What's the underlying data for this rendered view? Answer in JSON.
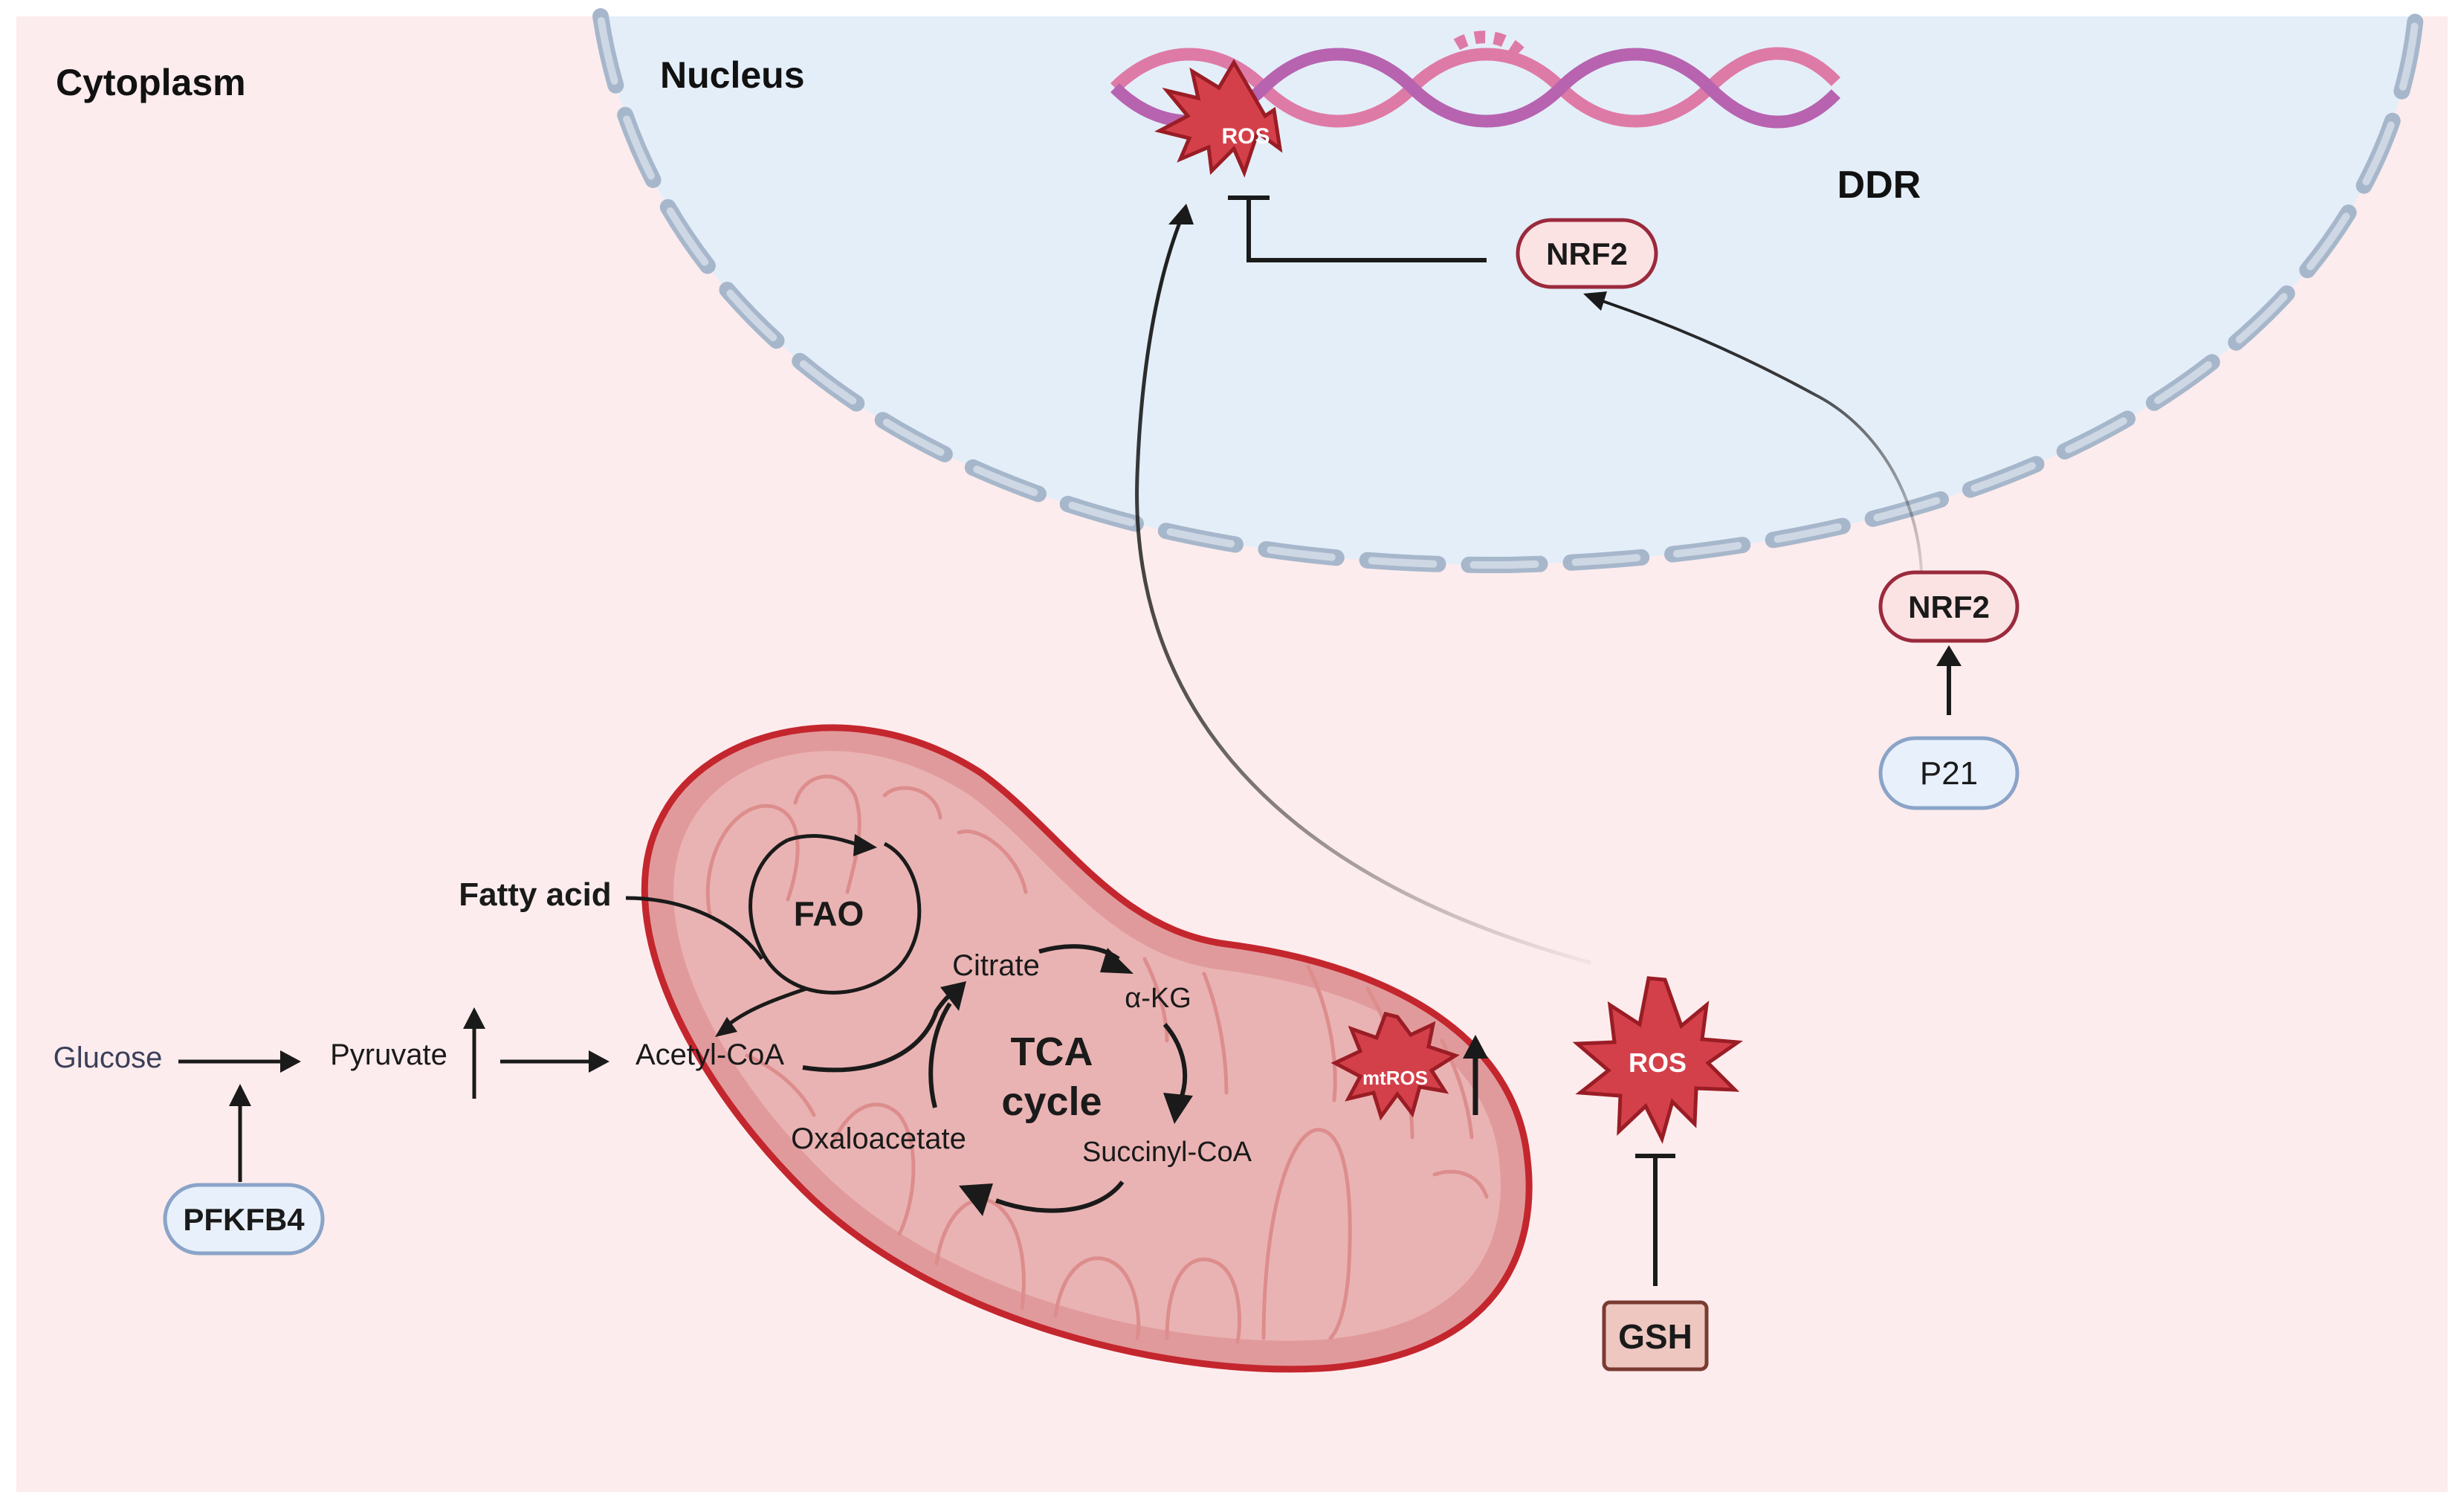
{
  "labels": {
    "cytoplasm": "Cytoplasm",
    "nucleus": "Nucleus",
    "ddr": "DDR",
    "ros_dna": "ROS",
    "nrf2_nucleus": "NRF2",
    "nrf2_cytoplasm": "NRF2",
    "p21": "P21",
    "fatty_acid": "Fatty acid",
    "fao": "FAO",
    "citrate": "Citrate",
    "akg": "α-KG",
    "tca_line1": "TCA",
    "tca_line2": "cycle",
    "succinyl_coa": "Succinyl-CoA",
    "oxaloacetate": "Oxaloacetate",
    "acetyl_coa": "Acetyl-CoA",
    "glucose": "Glucose",
    "pyruvate": "Pyruvate",
    "pfkfb4": "PFKFB4",
    "mtros": "mtROS",
    "ros_cytoplasm": "ROS",
    "gsh": "GSH"
  },
  "colors": {
    "cytoplasm_bg": "#fdeced",
    "nucleus_fill": "#e4eef9",
    "nuclear_envelope": "#a7b7cb",
    "ros_fill": "#d4404a",
    "ros_stroke": "#9a1d25",
    "mito_outer_fill": "#e19a9c",
    "mito_outer_stroke": "#c4262e",
    "mito_inner_fill": "#eab3b3",
    "mito_cristae_stroke": "#dc8d8c",
    "dna_strand_a": "#b763b0",
    "dna_strand_b": "#de7aa6",
    "nrf2_fill": "#fbe3e4",
    "nrf2_stroke": "#9a2a3c",
    "blue_pill_fill": "#e8f0fb",
    "blue_pill_stroke": "#8aa4c8",
    "gsh_fill": "#edc7c0",
    "gsh_stroke": "#7a3b32"
  }
}
